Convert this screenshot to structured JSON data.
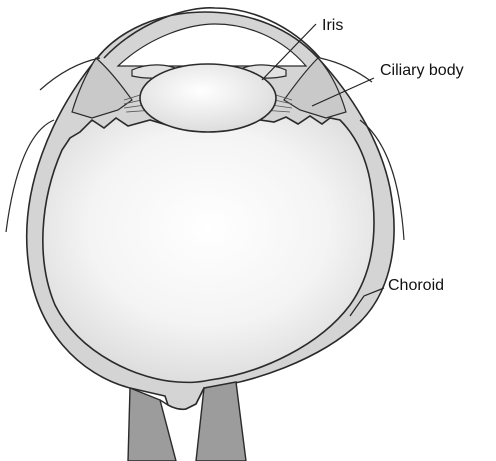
{
  "labels": {
    "iris": "Iris",
    "ciliary_body": "Ciliary body",
    "choroid": "Choroid"
  },
  "colors": {
    "background": "#ffffff",
    "outline": "#2a2a2a",
    "choroid_band": "#d4d4d4",
    "optic_nerve_band": "#9c9c9c",
    "lens": "#ececec",
    "vitreous_center": "#ffffff",
    "vitreous_edge": "#dcdcdc"
  }
}
